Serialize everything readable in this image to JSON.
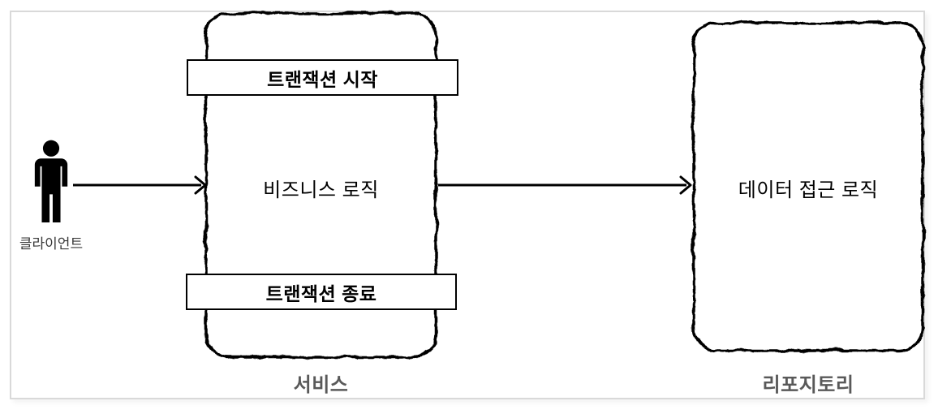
{
  "diagram": {
    "client": {
      "label": "클라이언트"
    },
    "service": {
      "title": "서비스",
      "transaction_start_label": "트랜잭션 시작",
      "business_logic_label": "비즈니스 로직",
      "transaction_end_label": "트랜잭션 종료"
    },
    "repository": {
      "title": "리포지토리",
      "data_access_logic_label": "데이터 접근 로직"
    },
    "colors": {
      "shape_stroke": "#000000",
      "group_label_text": "#595959",
      "client_label_text": "#383838",
      "frame_border": "#d9d9d9",
      "canvas_background": "#ffffff"
    }
  }
}
